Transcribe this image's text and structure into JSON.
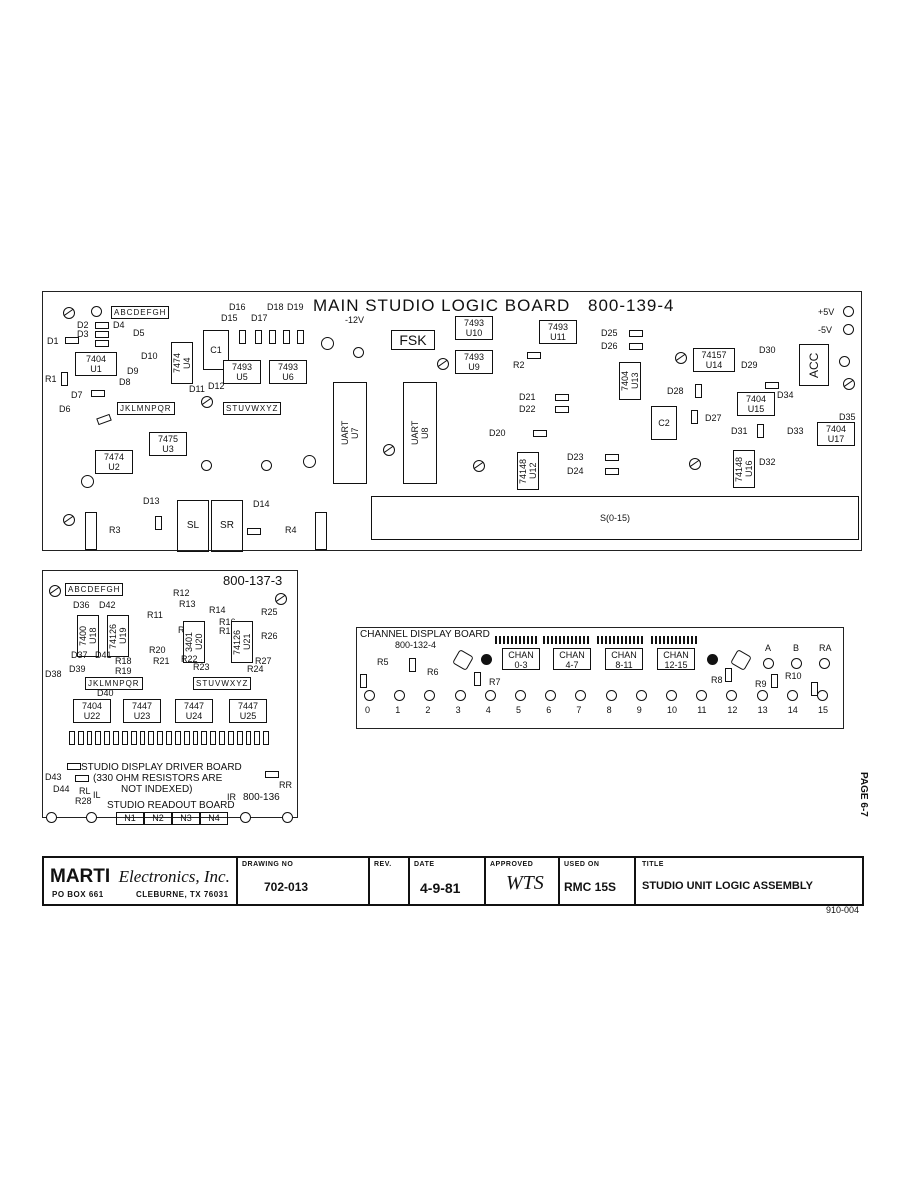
{
  "main_board": {
    "title": "MAIN STUDIO LOGIC BOARD",
    "number": "800-139-4",
    "rail_plus": "+5V",
    "rail_minus": "-5V",
    "v12": "-12V",
    "fsk": "FSK",
    "cap1": "C1",
    "cap2": "C2",
    "acc": "ACC",
    "letters_top": "ABCDEFGH",
    "letters_jr": "JKLMNPQR",
    "letters_sz": "STUVWXYZ",
    "sl": "SL",
    "sr": "SR",
    "connector": "S(0-15)",
    "r3": "R3",
    "r4": "R4",
    "r1": "R1",
    "r2": "R2",
    "chips": [
      {
        "name": "7404",
        "ref": "U1"
      },
      {
        "name": "7474",
        "ref": "U2"
      },
      {
        "name": "7475",
        "ref": "U3"
      },
      {
        "name": "7474",
        "ref": "U4"
      },
      {
        "name": "7493",
        "ref": "U5"
      },
      {
        "name": "7493",
        "ref": "U6"
      },
      {
        "name": "UART",
        "ref": "U7"
      },
      {
        "name": "UART",
        "ref": "U8"
      },
      {
        "name": "7493",
        "ref": "U9"
      },
      {
        "name": "7493",
        "ref": "U10"
      },
      {
        "name": "7493",
        "ref": "U11"
      },
      {
        "name": "74148",
        "ref": "U12"
      },
      {
        "name": "7404",
        "ref": "U13"
      },
      {
        "name": "74157",
        "ref": "U14"
      },
      {
        "name": "7404",
        "ref": "U15"
      },
      {
        "name": "74148",
        "ref": "U16"
      },
      {
        "name": "7404",
        "ref": "U17"
      }
    ],
    "diodes": [
      "D1",
      "D2",
      "D3",
      "D4",
      "D5",
      "D6",
      "D7",
      "D8",
      "D9",
      "D10",
      "D11",
      "D12",
      "D13",
      "D14",
      "D15",
      "D16",
      "D17",
      "D18",
      "D19",
      "D20",
      "D21",
      "D22",
      "D23",
      "D24",
      "D25",
      "D26",
      "D27",
      "D28",
      "D29",
      "D30",
      "D31",
      "D32",
      "D33",
      "D34",
      "D35"
    ]
  },
  "driver_board": {
    "number": "800-137-3",
    "letters_top": "ABCDEFGH",
    "letters_jr": "JKLMNPQR",
    "letters_sz": "STUVWXYZ",
    "chips": [
      {
        "name": "7400",
        "ref": "U18"
      },
      {
        "name": "74126",
        "ref": "U19"
      },
      {
        "name": "3401",
        "ref": "U20"
      },
      {
        "name": "74126",
        "ref": "U21"
      },
      {
        "name": "7404",
        "ref": "U22"
      },
      {
        "name": "7447",
        "ref": "U23"
      },
      {
        "name": "7447",
        "ref": "U24"
      },
      {
        "name": "7447",
        "ref": "U25"
      }
    ],
    "caption1": "STUDIO DISPLAY DRIVER BOARD",
    "caption2": "(330 OHM RESISTORS ARE",
    "caption3": "NOT INDEXED)",
    "readout": "STUDIO READOUT BOARD",
    "readout_no": "800-136",
    "ir": "IR",
    "il": "IL",
    "rr": "RR",
    "rl": "RL",
    "r28": "R28",
    "n_labels": [
      "N1",
      "N2",
      "N3",
      "N4"
    ]
  },
  "channel_board": {
    "title": "CHANNEL DISPLAY BOARD",
    "number": "800-132-4",
    "chan_labels": [
      [
        "CHAN",
        "0-3"
      ],
      [
        "CHAN",
        "4-7"
      ],
      [
        "CHAN",
        "8-11"
      ],
      [
        "CHAN",
        "12-15"
      ]
    ],
    "numbers": [
      "0",
      "1",
      "2",
      "3",
      "4",
      "5",
      "6",
      "7",
      "8",
      "9",
      "10",
      "11",
      "12",
      "13",
      "14",
      "15"
    ],
    "abra": [
      "A",
      "B",
      "RA"
    ],
    "resistors": [
      "R5",
      "R6",
      "R7",
      "R8",
      "R9",
      "R10"
    ]
  },
  "page_label": "PAGE 6-7",
  "title_block": {
    "company": "MARTI",
    "company_script": "Electronics, Inc.",
    "address_left": "PO BOX 661",
    "address_right": "CLEBURNE, TX 76031",
    "drawing_no_label": "DRAWING NO",
    "drawing_no": "702-013",
    "rev_label": "REV.",
    "date_label": "DATE",
    "date": "4-9-81",
    "approved_label": "APPROVED",
    "approved": "WTS",
    "used_on_label": "USED ON",
    "used_on": "RMC 15S",
    "title_label": "TITLE",
    "title": "STUDIO UNIT LOGIC ASSEMBLY"
  },
  "footer_code": "910-004"
}
